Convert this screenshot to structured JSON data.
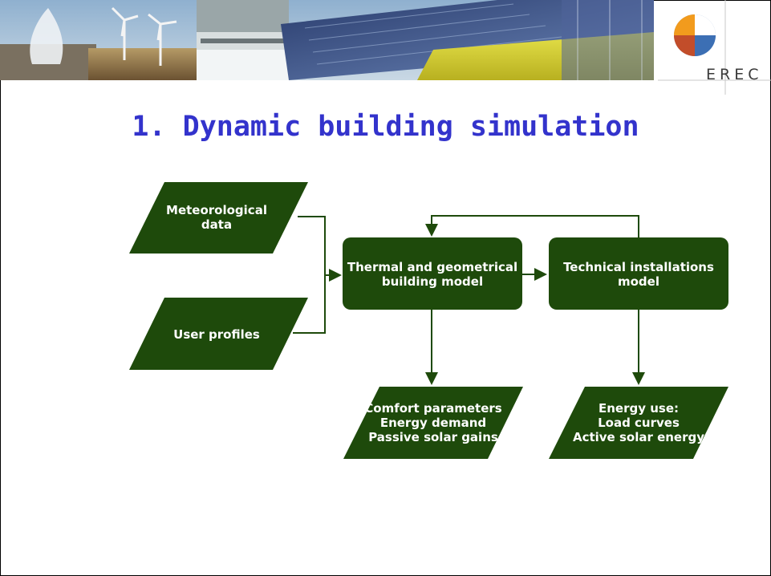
{
  "slide": {
    "title": "1. Dynamic building simulation",
    "logo_text": "EREC",
    "banner_alt": "renewable energy photo banner"
  },
  "diagram": {
    "colors": {
      "node_fill": "#1e4a0b",
      "edge": "#1e4a0b",
      "text": "#ffffff"
    },
    "nodes": [
      {
        "id": "meteo",
        "shape": "parallelogram",
        "label": "Meteorological\ndata"
      },
      {
        "id": "user",
        "shape": "parallelogram",
        "label": "User profiles"
      },
      {
        "id": "thermal",
        "shape": "rounded-rect",
        "label": "Thermal and geometrical\nbuilding model"
      },
      {
        "id": "technical",
        "shape": "rounded-rect",
        "label": "Technical installations\nmodel"
      },
      {
        "id": "comfort",
        "shape": "parallelogram",
        "label": "Comfort parameters\nEnergy demand\nPassive solar gains"
      },
      {
        "id": "energy",
        "shape": "parallelogram",
        "label": "Energy use:\nLoad curves\nActive solar energy"
      }
    ],
    "edges": [
      {
        "from": "meteo",
        "to": "thermal"
      },
      {
        "from": "user",
        "to": "thermal"
      },
      {
        "from": "thermal",
        "to": "technical"
      },
      {
        "from": "technical",
        "to": "thermal"
      },
      {
        "from": "thermal",
        "to": "comfort"
      },
      {
        "from": "technical",
        "to": "energy"
      }
    ]
  }
}
